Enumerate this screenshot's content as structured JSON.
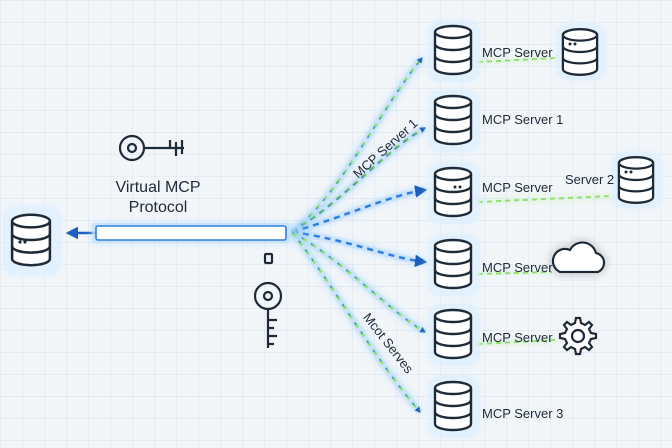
{
  "title": {
    "line1": "Virtual MCP",
    "line2": "Protocol"
  },
  "edge_labels": {
    "upper": "MCP Server 1",
    "lower": "Mcot Serves"
  },
  "servers": [
    {
      "label": "MCP Server",
      "attachment": "database"
    },
    {
      "label": "MCP Server 1",
      "attachment": "none"
    },
    {
      "label": "MCP Server",
      "attachment": "database",
      "attachment_label": "Server 2"
    },
    {
      "label": "MCP Server",
      "attachment": "cloud"
    },
    {
      "label": "MCP Server",
      "attachment": "gear"
    },
    {
      "label": "MCP Server 3",
      "attachment": "none"
    }
  ],
  "colors": {
    "glow": "#5aa8ff",
    "arrow": "#1d5fbf",
    "dash_green": "#8fe36a",
    "stroke": "#1e2a38"
  }
}
